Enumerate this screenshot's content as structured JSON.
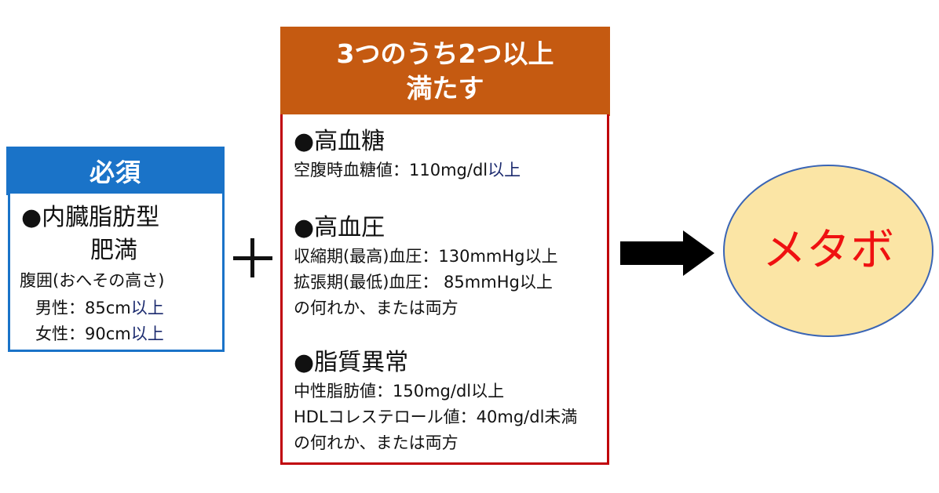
{
  "required": {
    "header": "必須",
    "title_line1": "●内臓脂肪型",
    "title_line2": "肥満",
    "waist": "腹囲(おへその高さ)",
    "male_prefix": "男性：85cm",
    "male_suffix": "以上",
    "female_prefix": "女性：90cm",
    "female_suffix": "以上"
  },
  "conditions": {
    "header_line1": "3つのうち2つ以上",
    "header_line2": "満たす",
    "hyperglycemia": {
      "title": "●高血糖",
      "line1_prefix": "空腹時血糖値：110mg/dl",
      "line1_suffix": "以上"
    },
    "hypertension": {
      "title": "●高血圧",
      "line1": "収縮期(最高)血圧：130mmHg以上",
      "line2": "拡張期(最低)血圧：  85mmHg以上",
      "line3": "の何れか、または両方"
    },
    "dyslipidemia": {
      "title": "●脂質異常",
      "line1": "中性脂肪値：150mg/dl以上",
      "line2": "HDLコレステロール値：40mg/dl未満",
      "line3": "の何れか、または両方"
    }
  },
  "result": {
    "label": "メタボ"
  },
  "colors": {
    "required_blue": "#1a73c8",
    "conditions_orange": "#c55a11",
    "conditions_border_red": "#c0000a",
    "result_fill": "#fbe5a5",
    "result_text_red": "#ef1111"
  }
}
